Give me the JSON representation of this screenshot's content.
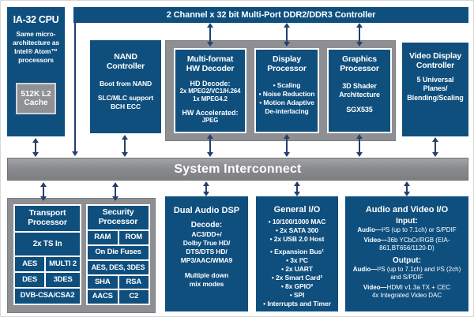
{
  "colors": {
    "box_blue": "#0f4f7e",
    "container_gray": "#8e8f92",
    "arrow_navy": "#24406e",
    "text_white": "#ffffff"
  },
  "cpu": {
    "title": "IA-32 CPU",
    "description": "Same micro-architecture as Intel® Atom™ processors",
    "cache_label": "512K L2 Cache"
  },
  "ddr_controller": {
    "label": "2 Channel x 32 bit Multi-Port DDR2/DDR3 Controller"
  },
  "nand": {
    "title": "NAND Controller",
    "line1": "Boot from NAND",
    "line2": "SLC/MLC support BCH ECC"
  },
  "hw_decoder": {
    "title": "Multi-format HW Decoder",
    "hd_label": "HD Decode:",
    "hd_line1": "2x MPEG2/VC1/H.264",
    "hd_line2": "1x MPEG4.2",
    "accel_label": "HW Accelerated:",
    "accel_value": "JPEG"
  },
  "display_processor": {
    "title": "Display Processor",
    "bullets": [
      "Scaling",
      "Noise Reduction",
      "Motion Adaptive De-interlacing"
    ]
  },
  "graphics_processor": {
    "title": "Graphics Processor",
    "line1": "3D Shader Architecture",
    "line2": "SGX535"
  },
  "video_display": {
    "title": "Video Display Controller",
    "description": "5 Universal Planes/ Blending/Scaling"
  },
  "interconnect": {
    "label": "System Interconnect"
  },
  "transport": {
    "title": "Transport Processor",
    "ts_in": "2x TS In",
    "cells": [
      [
        "AES",
        "MULTI 2"
      ],
      [
        "DES",
        "3DES"
      ]
    ],
    "bottom": "DVB-CSA/CSA2"
  },
  "security": {
    "title": "Security Processor",
    "row1": [
      "RAM",
      "ROM"
    ],
    "row2": "On Die Fuses",
    "row3": "AES, DES, 3DES",
    "row4": [
      "SHA",
      "RSA"
    ],
    "row5": [
      "AACS",
      "C2"
    ]
  },
  "audio_dsp": {
    "title": "Dual Audio DSP",
    "decode_label": "Decode:",
    "decode_lines": [
      "AC3/DD+/",
      "Dolby True HD/",
      "DTS/DTS HD/",
      "MP3/AAC/WMA9"
    ],
    "note": "Multiple down mix modes"
  },
  "general_io": {
    "title": "General I/O",
    "group1": [
      "10/100/1000 MAC",
      "2x SATA 300",
      "2x USB 2.0 Host"
    ],
    "group2": [
      "Expansion Bus¹",
      "3x I²C",
      "2x UART",
      "2x Smart Card²",
      "8x GPIO²",
      "SPI",
      "Interrupts and Timer"
    ]
  },
  "av_io": {
    "title": "Audio and Video I/O",
    "input_label": "Input:",
    "input_audio_b": "Audio—",
    "input_audio": "I²S (up to 7.1ch) or S/PDIF",
    "input_video_b": "Video—",
    "input_video": "36b YCbCr/RGB (EIA-861,BT656/1120-D)",
    "output_label": "Output:",
    "output_audio_b": "Audio—",
    "output_audio": "I²S (up to 7.1ch) and I²S (2ch) and S/PDIF",
    "output_video_b": "Video—",
    "output_video": "HDMI v1.3a TX + CEC",
    "output_dac": "4x Integrated Video DAC"
  }
}
